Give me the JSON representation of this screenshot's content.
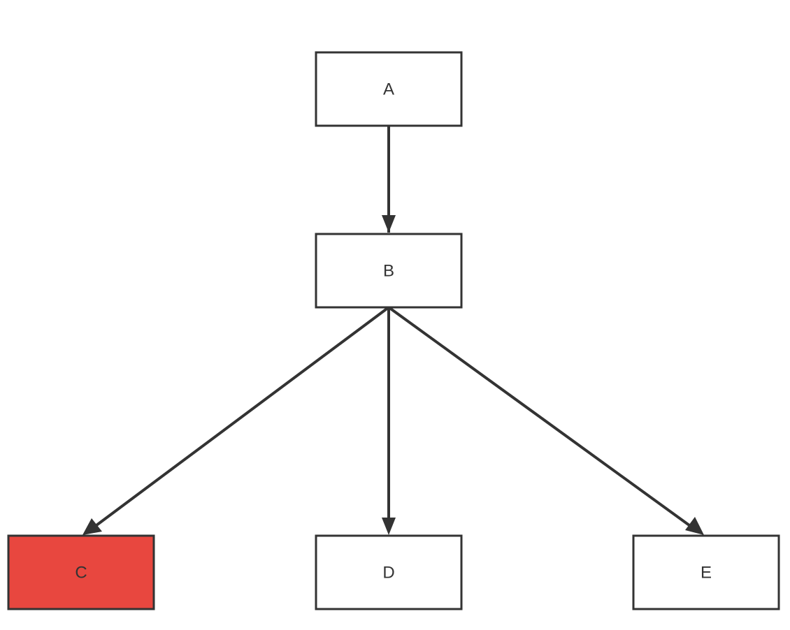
{
  "diagram": {
    "colors": {
      "stroke": "#333333",
      "default_fill": "#ffffff",
      "highlight_fill": "#e8473f",
      "text": "#333333"
    },
    "nodes": [
      {
        "id": "A",
        "label": "A",
        "highlighted": false
      },
      {
        "id": "B",
        "label": "B",
        "highlighted": false
      },
      {
        "id": "C",
        "label": "C",
        "highlighted": true
      },
      {
        "id": "D",
        "label": "D",
        "highlighted": false
      },
      {
        "id": "E",
        "label": "E",
        "highlighted": false
      }
    ],
    "edges": [
      {
        "from": "A",
        "to": "B"
      },
      {
        "from": "B",
        "to": "C"
      },
      {
        "from": "B",
        "to": "D"
      },
      {
        "from": "B",
        "to": "E"
      }
    ]
  }
}
